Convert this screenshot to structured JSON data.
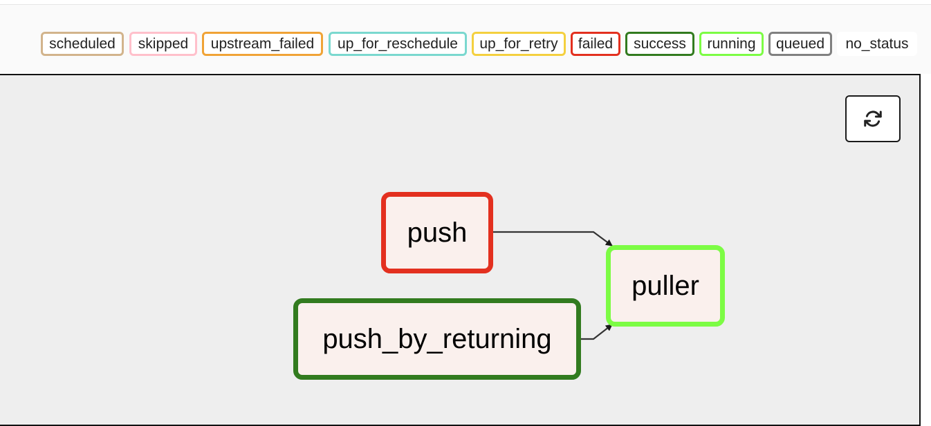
{
  "legend": [
    {
      "label": "scheduled",
      "color": "#d2b48c"
    },
    {
      "label": "skipped",
      "color": "#ffc0cb"
    },
    {
      "label": "upstream_failed",
      "color": "#f0a336"
    },
    {
      "label": "up_for_reschedule",
      "color": "#7ad8cf"
    },
    {
      "label": "up_for_retry",
      "color": "#f4d03f"
    },
    {
      "label": "failed",
      "color": "#e3301f"
    },
    {
      "label": "success",
      "color": "#327b1f"
    },
    {
      "label": "running",
      "color": "#7cfc44"
    },
    {
      "label": "queued",
      "color": "#808080"
    },
    {
      "label": "no_status",
      "color": "#ffffff"
    }
  ],
  "toolbar": {
    "refresh_icon": "refresh-icon"
  },
  "graph": {
    "nodes": [
      {
        "id": "push",
        "label": "push",
        "state": "failed",
        "border_color": "#e3301f"
      },
      {
        "id": "push_by_returning",
        "label": "push_by_returning",
        "state": "success",
        "border_color": "#327b1f"
      },
      {
        "id": "puller",
        "label": "puller",
        "state": "running",
        "border_color": "#7cfc44"
      }
    ],
    "edges": [
      {
        "from": "push",
        "to": "puller"
      },
      {
        "from": "push_by_returning",
        "to": "puller"
      }
    ],
    "node_fill": "#faf0ed",
    "canvas_bg": "#eeeeee"
  }
}
